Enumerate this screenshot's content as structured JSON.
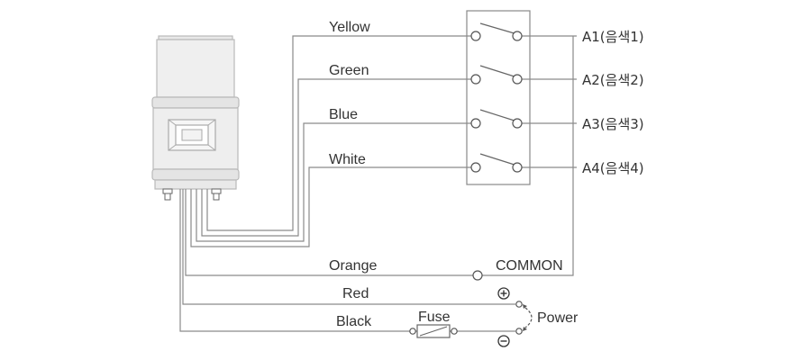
{
  "wires": {
    "yellow": "Yellow",
    "green": "Green",
    "blue": "Blue",
    "white": "White",
    "orange": "Orange",
    "red": "Red",
    "black": "Black"
  },
  "outputs": [
    "A1(음색1)",
    "A2(음색2)",
    "A3(음색3)",
    "A4(음색4)"
  ],
  "common_label": "COMMON",
  "fuse_label": "Fuse",
  "power_label": "Power",
  "colors": {
    "wire": "#8a8a8a",
    "text": "#333333",
    "device_body": "#eeeeee",
    "device_band": "#e2e2e2"
  }
}
